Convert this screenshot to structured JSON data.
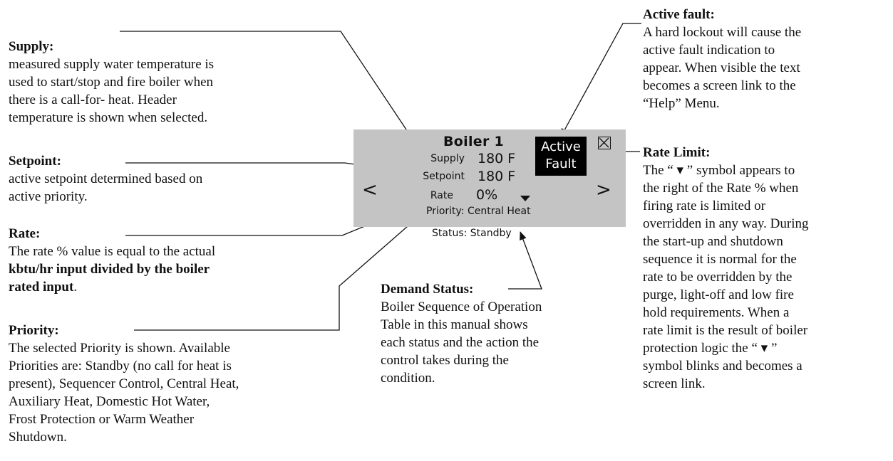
{
  "screen": {
    "title": "Boiler 1",
    "supply_label": "Supply",
    "supply_value": "180 F",
    "setpoint_label": "Setpoint",
    "setpoint_value": "180 F",
    "rate_label": "Rate",
    "rate_value": "0%",
    "priority_line": "Priority: Central Heat",
    "status_line": "Status: Standby",
    "fault_line1": "Active",
    "fault_line2": "Fault",
    "nav_prev": "<",
    "nav_next": ">"
  },
  "notes": {
    "supply": {
      "title": "Supply:",
      "lines": [
        "measured supply water temperature is",
        "used to start/stop and fire boiler when",
        "there is a call-for- heat.  Header",
        "temperature is shown when selected."
      ]
    },
    "setpoint": {
      "title": "Setpoint:",
      "lines": [
        "active setpoint determined based on",
        "active priority."
      ]
    },
    "rate": {
      "title": "Rate:",
      "line1": "The rate % value is equal to the actual",
      "line2_bold": "kbtu/hr input  divided by the boiler",
      "line3_bold": "rated input",
      "line3_tail": "."
    },
    "priority": {
      "title": "Priority:",
      "lines": [
        "The selected Priority is shown.  Available",
        "Priorities are: Standby (no call for heat is",
        "present), Sequencer Control, Central Heat,",
        "Auxiliary Heat, Domestic Hot Water,",
        "Frost Protection or Warm Weather",
        "Shutdown."
      ]
    },
    "demand": {
      "title": "Demand Status:",
      "lines": [
        "Boiler Sequence of Operation",
        "Table in this manual shows",
        "each status and the action the",
        "control takes during the",
        "condition."
      ]
    },
    "active_fault": {
      "title": "Active fault:",
      "lines": [
        "A hard lockout will cause the",
        "active fault indication to",
        "appear.   When visible the text",
        "becomes a screen link to the",
        "“Help” Menu."
      ]
    },
    "rate_limit": {
      "title": "Rate Limit:",
      "lines": [
        "The “ ▾ ” symbol appears to",
        "the right of the Rate % when",
        "firing rate is limited or",
        "overridden in any way. During",
        "the start-up and shutdown",
        "sequence it is normal for the",
        "rate to be overridden by the",
        "purge, light-off and low fire",
        "hold requirements.  When a",
        "rate limit is the result of boiler",
        "protection logic the “ ▾ ”",
        "symbol blinks and becomes a",
        "screen link."
      ]
    }
  },
  "colors": {
    "screen_bg": "#c4c4c4",
    "fault_bg": "#000000",
    "fault_text": "#ffffff"
  },
  "icons": {
    "close": "close-box-icon",
    "rate_limit": "down-arrow-icon"
  }
}
